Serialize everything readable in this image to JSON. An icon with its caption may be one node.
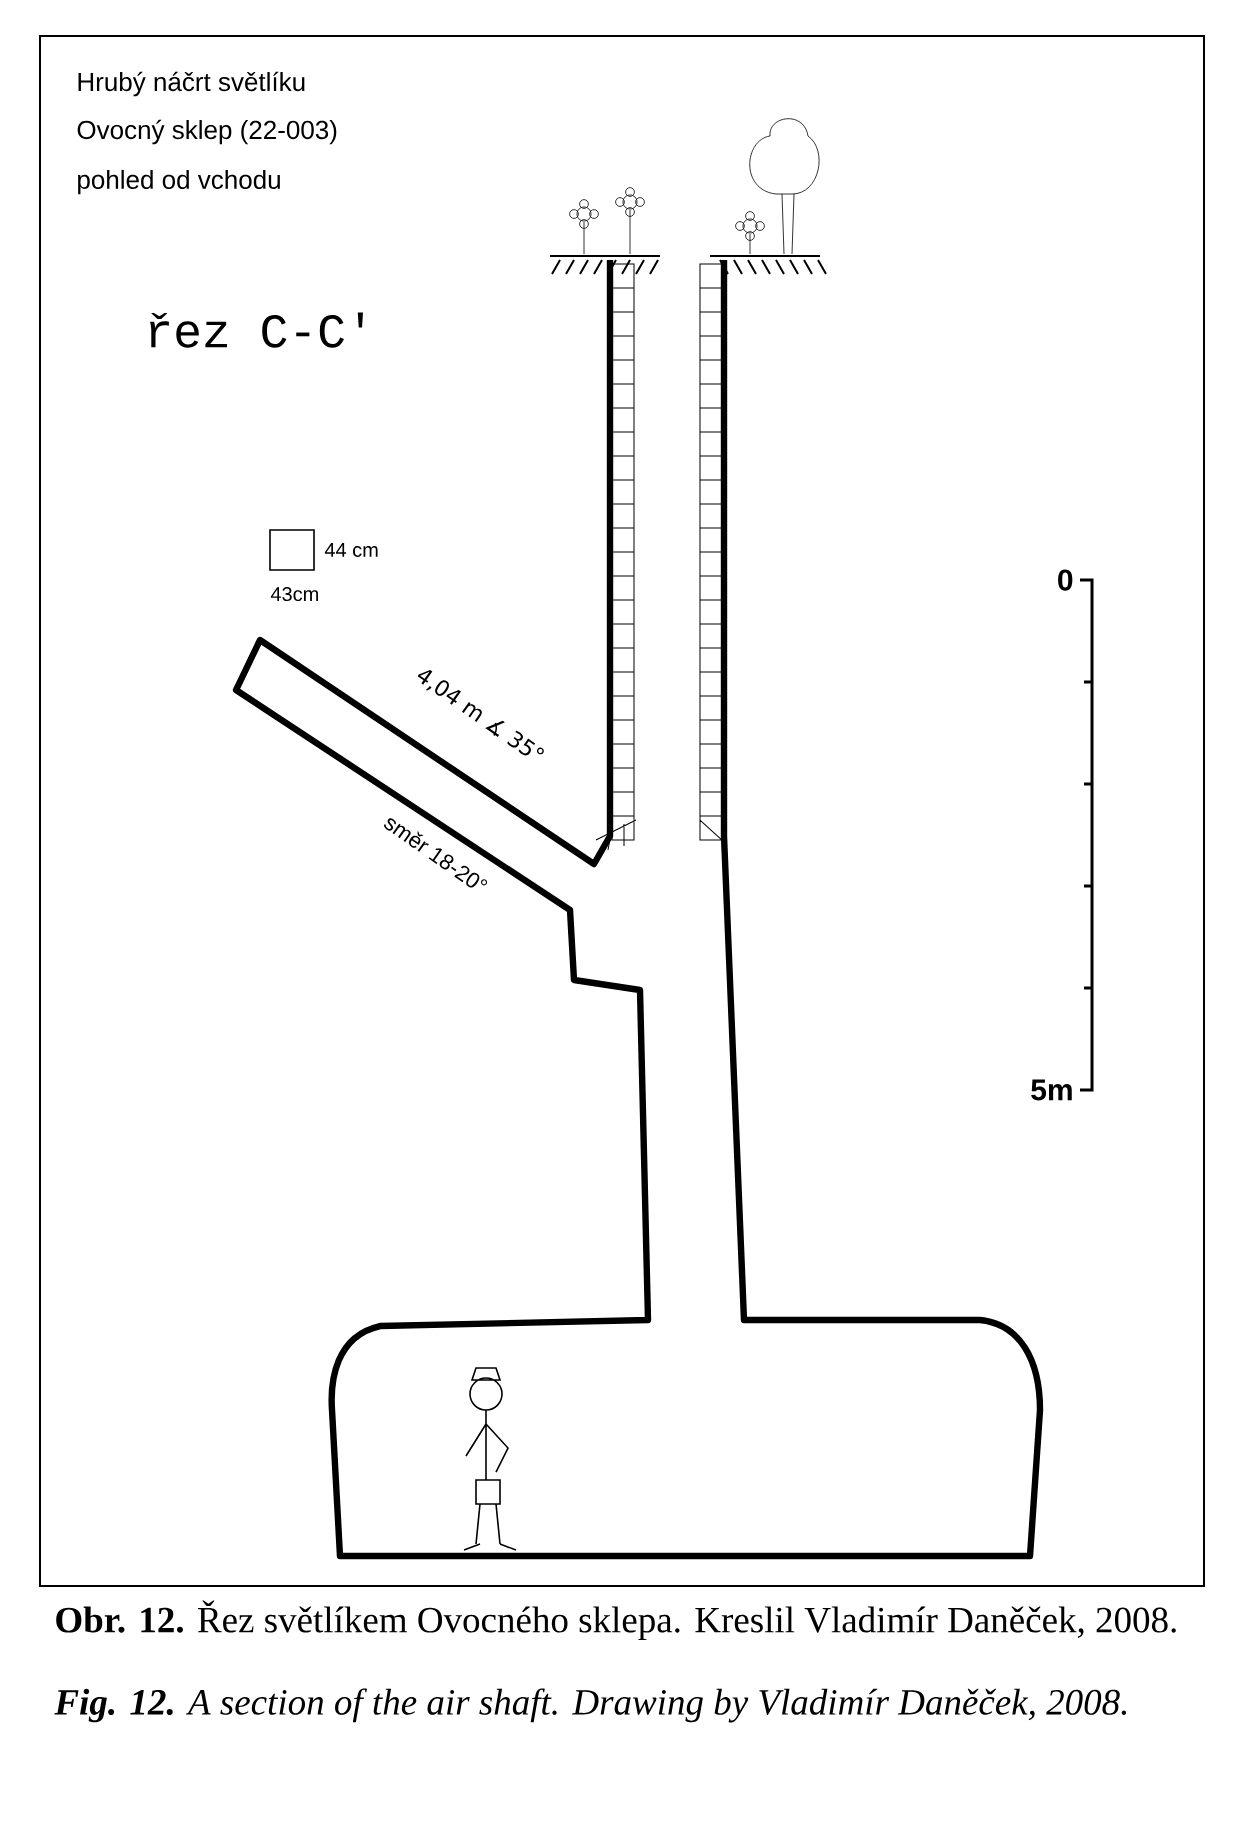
{
  "diagram": {
    "caption": "**Obr. 12.** Řez světlíkem Ovocného sklepa. Kreslil Vladimír Daněček, 2008.",
    "labels": [
      "Hrubý náčrt světlíku",
      "Ovocný sklep (22-003)",
      "pohled od vchodu",
      "řez C-C'",
      "44 cm",
      "43cm",
      "4,04 m ∡ 35°",
      "směr 18-20°",
      "0",
      "5m",
      "**Fig. 12.** A section of the air shaft. Drawing by Vladimír Daněček, 2008."
    ]
  }
}
